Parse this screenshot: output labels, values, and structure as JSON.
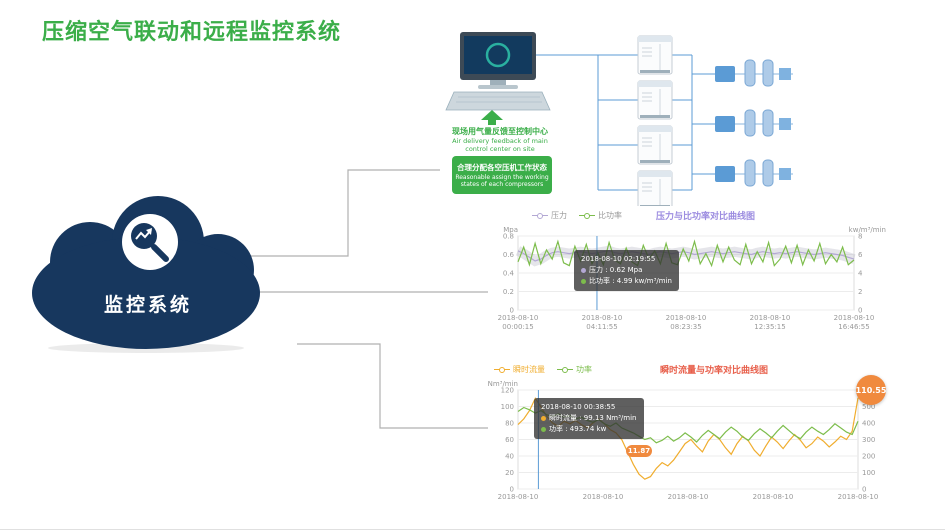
{
  "slide": {
    "title": "压缩空气联动和远程监控系统",
    "title_color": "#3bae49",
    "background": "#ffffff"
  },
  "cloud": {
    "label": "监控系统",
    "bg_color": "#17375e",
    "icon": "magnifier-trend-icon"
  },
  "diagram": {
    "feedback_cn": "现场用气量反馈至控制中心",
    "feedback_en_1": "Air delivery feedback of main",
    "feedback_en_2": "control center on site",
    "assign_cn": "合理分配各空压机工作状态",
    "assign_en_1": "Reasonable assign the working",
    "assign_en_2": "states of each compressors",
    "accent_green": "#3bae49",
    "line_color": "#5b9bd5"
  },
  "chart_data": [
    {
      "type": "line",
      "title": "压力与比功率对比曲线图",
      "title_color": "#9c8ce0",
      "unit_left": "Mpa",
      "unit_right": "kw/m³/min",
      "legend": [
        {
          "name": "压力",
          "color": "#b3a8d4",
          "label_color": "#999999"
        },
        {
          "name": "比功率",
          "color": "#7dbd4c",
          "label_color": "#999999"
        }
      ],
      "y_left": {
        "min": 0,
        "max": 0.8,
        "ticks": [
          0,
          0.2,
          0.4,
          0.6,
          0.8
        ]
      },
      "y_right": {
        "min": 0,
        "max": 8,
        "ticks": [
          0,
          2,
          4,
          6,
          8
        ]
      },
      "x_ticks": [
        "2018-08-10 00:00:15",
        "2018-08-10 04:11:55",
        "2018-08-10 08:23:35",
        "2018-08-10 12:35:15",
        "2018-08-10 16:46:55"
      ],
      "series": [
        {
          "name": "压力",
          "axis": "left",
          "color": "#b3a8d4",
          "band": true,
          "values": [
            0.64,
            0.61,
            0.57,
            0.53,
            0.55,
            0.59,
            0.62,
            0.63,
            0.62,
            0.61,
            0.62,
            0.63,
            0.62,
            0.61,
            0.62,
            0.63,
            0.64,
            0.62,
            0.61,
            0.62,
            0.63,
            0.62,
            0.61,
            0.6,
            0.62,
            0.63,
            0.62,
            0.61,
            0.62,
            0.63,
            0.62,
            0.6,
            0.61,
            0.62,
            0.63,
            0.62,
            0.61,
            0.62,
            0.63,
            0.62,
            0.61,
            0.6,
            0.62,
            0.63,
            0.62,
            0.61,
            0.62,
            0.61,
            0.62,
            0.63,
            0.62,
            0.61,
            0.6,
            0.61,
            0.62,
            0.61,
            0.6,
            0.59,
            0.57,
            0.55
          ]
        },
        {
          "name": "比功率",
          "axis": "right",
          "color": "#7dbd4c",
          "values": [
            5.2,
            6.8,
            4.9,
            7.2,
            5.0,
            6.5,
            5.5,
            7.4,
            5.1,
            4.8,
            6.9,
            5.3,
            7.1,
            5.0,
            6.2,
            4.9,
            7.3,
            5.4,
            5.0,
            6.7,
            5.2,
            4.8,
            7.0,
            5.5,
            6.4,
            5.0,
            7.2,
            5.1,
            4.9,
            6.6,
            5.3,
            7.4,
            5.0,
            6.1,
            4.8,
            7.0,
            5.2,
            6.8,
            5.4,
            4.9,
            7.1,
            5.0,
            6.3,
            5.2,
            7.3,
            4.8,
            5.5,
            6.9,
            5.1,
            7.0,
            4.9,
            6.5,
            5.3,
            7.2,
            5.0,
            6.0,
            5.2,
            6.8,
            4.9,
            5.4
          ]
        }
      ],
      "cursor_frac": 0.235,
      "cursor_color": "#5b9bd5",
      "tooltip": {
        "time": "2018-08-10 02:19:55",
        "rows": [
          "压力 : 0.62 Mpa",
          "比功率 : 4.99 kw/m³/min"
        ]
      }
    },
    {
      "type": "line",
      "title": "瞬时流量与功率对比曲线图",
      "title_color": "#e8604c",
      "unit_left": "Nm³/min",
      "unit_right": "",
      "legend": [
        {
          "name": "瞬时流量",
          "color": "#f0ad2e",
          "label_color": "#f0ad2e"
        },
        {
          "name": "功率",
          "color": "#7dbd4c",
          "label_color": "#7dbd4c"
        }
      ],
      "y_left": {
        "min": 0,
        "max": 120,
        "ticks": [
          0,
          20,
          40,
          60,
          80,
          100,
          120
        ]
      },
      "y_right": {
        "min": 0,
        "max": 600,
        "ticks": [
          0,
          100,
          200,
          300,
          400,
          500,
          600
        ]
      },
      "x_ticks": [
        "2018-08-10",
        "2018-08-10",
        "2018-08-10",
        "2018-08-10",
        "2018-08-10"
      ],
      "series": [
        {
          "name": "瞬时流量",
          "axis": "left",
          "color": "#f0ad2e",
          "values": [
            78,
            85,
            95,
            110,
            99.13,
            88,
            80,
            76,
            82,
            79,
            83,
            78,
            74,
            80,
            85,
            79,
            72,
            68,
            60,
            45,
            30,
            18,
            11.87,
            15,
            25,
            32,
            28,
            35,
            45,
            55,
            60,
            52,
            45,
            58,
            66,
            60,
            50,
            42,
            55,
            64,
            58,
            47,
            40,
            52,
            63,
            57,
            49,
            58,
            66,
            59,
            50,
            55,
            63,
            58,
            51,
            57,
            64,
            60,
            70,
            110.55
          ]
        },
        {
          "name": "功率",
          "axis": "right",
          "color": "#7dbd4c",
          "values": [
            470,
            493.74,
            480,
            460,
            475,
            450,
            440,
            455,
            435,
            445,
            425,
            435,
            415,
            405,
            420,
            395,
            380,
            400,
            370,
            355,
            340,
            320,
            300,
            310,
            280,
            295,
            320,
            290,
            310,
            340,
            315,
            285,
            325,
            355,
            330,
            305,
            345,
            375,
            350,
            315,
            295,
            335,
            365,
            340,
            310,
            350,
            385,
            355,
            325,
            305,
            345,
            375,
            350,
            330,
            360,
            395,
            370,
            345,
            330,
            410
          ]
        }
      ],
      "cursor_frac": 0.06,
      "cursor_color": "#5b9bd5",
      "tooltip": {
        "time": "2018-08-10 00:38:55",
        "rows": [
          "瞬时流量 : 99.13 Nm³/min",
          "功率 : 493.74 kw"
        ]
      },
      "badges": [
        {
          "text": "110.55"
        },
        {
          "text": "11.87"
        }
      ]
    }
  ]
}
